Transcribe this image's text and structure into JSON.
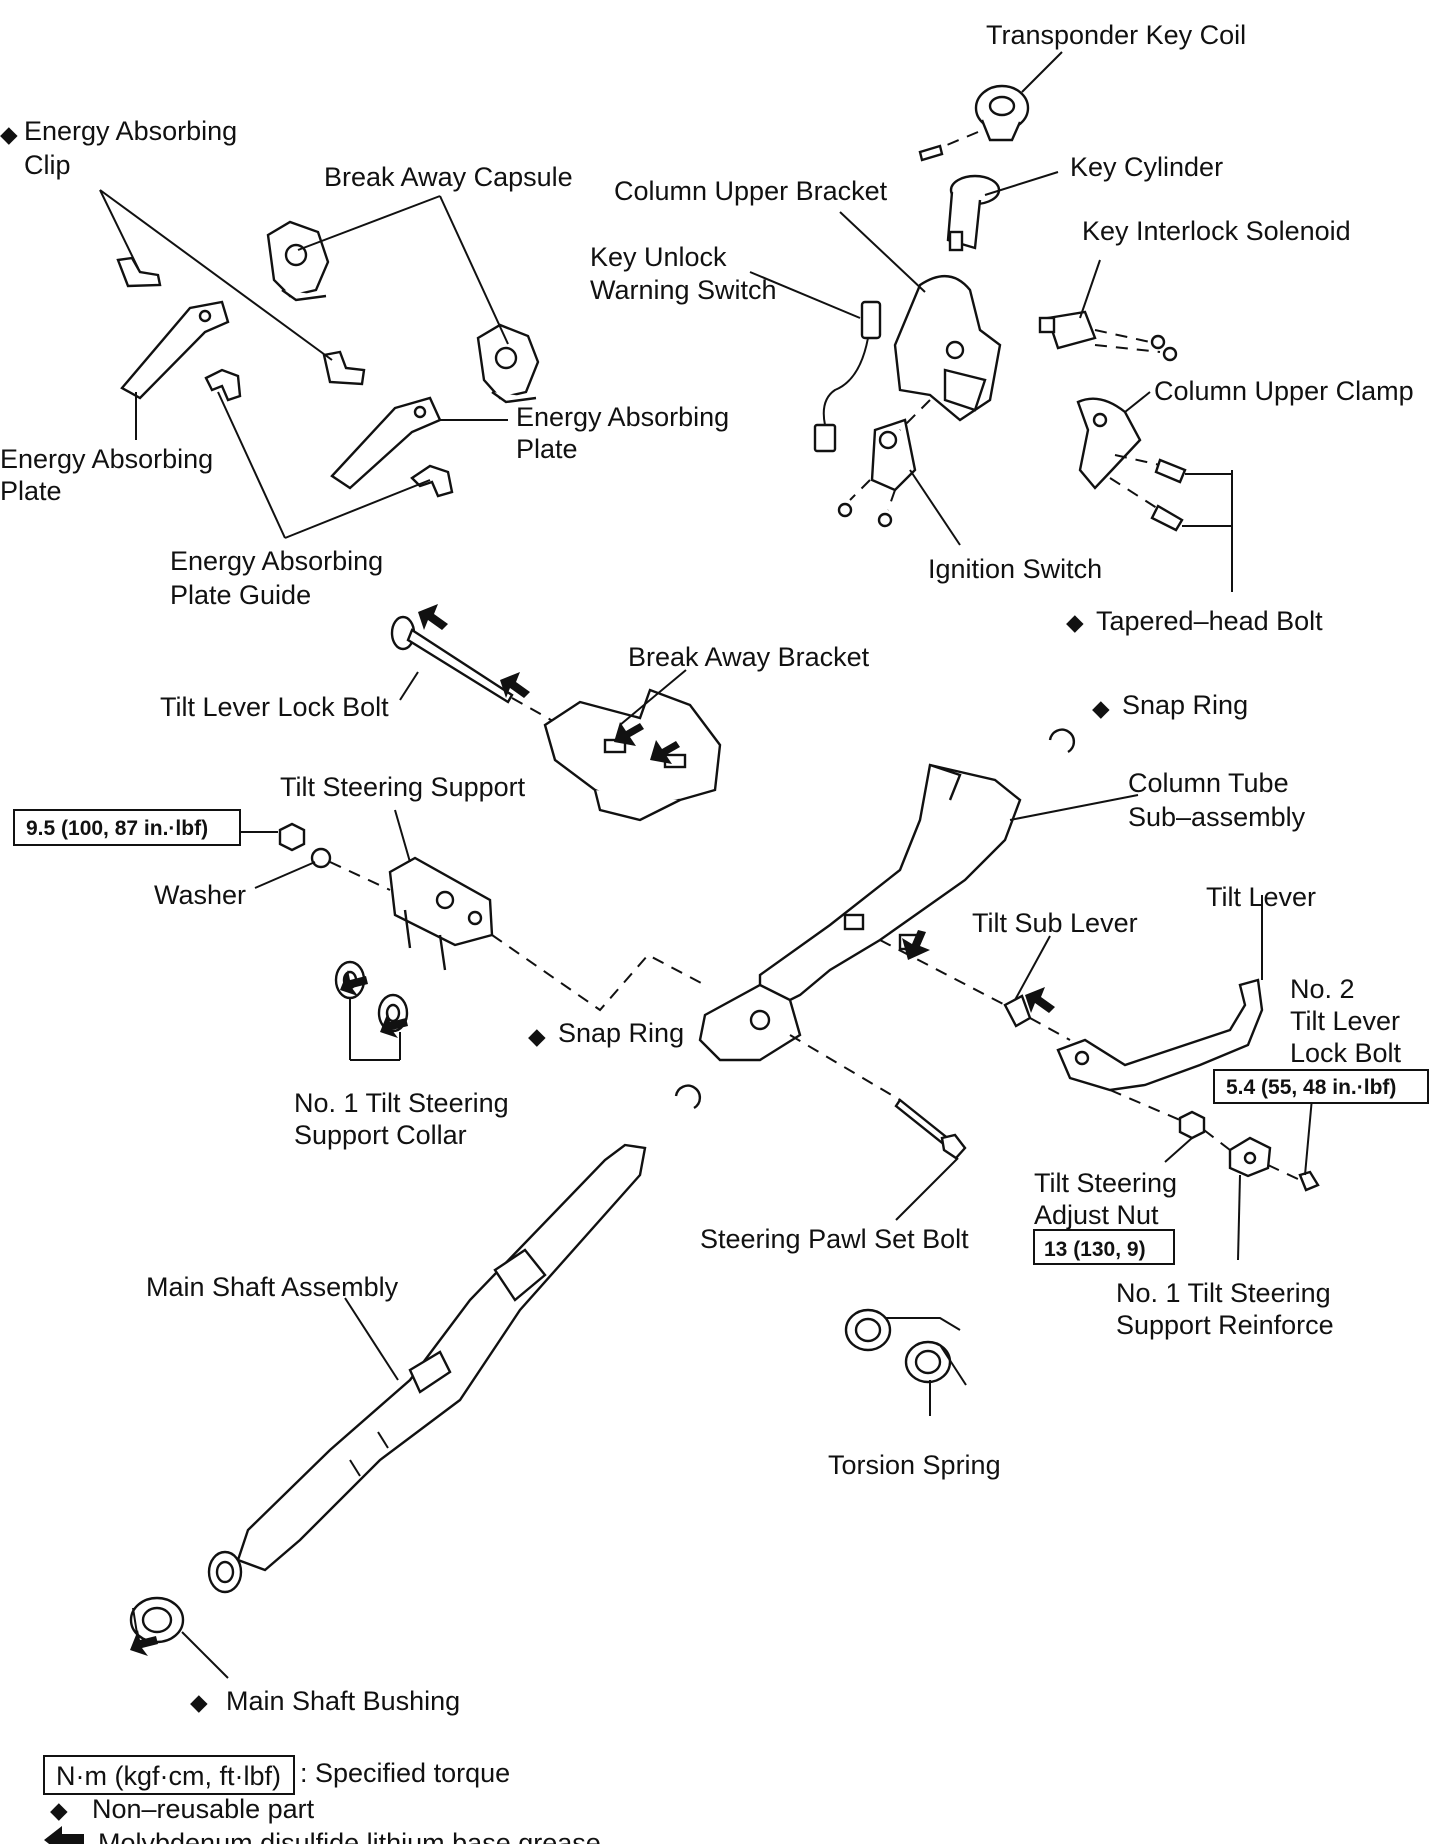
{
  "labels": {
    "transponder_key_coil": "Transponder Key Coil",
    "energy_absorbing_clip_1": "Energy Absorbing",
    "energy_absorbing_clip_2": "Clip",
    "break_away_capsule": "Break Away Capsule",
    "column_upper_bracket": "Column Upper Bracket",
    "key_cylinder": "Key Cylinder",
    "key_interlock_solenoid": "Key Interlock Solenoid",
    "key_unlock_warning_switch_1": "Key Unlock",
    "key_unlock_warning_switch_2": "Warning Switch",
    "column_upper_clamp": "Column Upper Clamp",
    "energy_absorbing_plate_right_1": "Energy Absorbing",
    "energy_absorbing_plate_right_2": "Plate",
    "energy_absorbing_plate_left_1": "Energy Absorbing",
    "energy_absorbing_plate_left_2": "Plate",
    "energy_absorbing_plate_guide_1": "Energy Absorbing",
    "energy_absorbing_plate_guide_2": "Plate Guide",
    "ignition_switch": "Ignition Switch",
    "tapered_head_bolt": "Tapered–head Bolt",
    "break_away_bracket": "Break Away Bracket",
    "tilt_lever_lock_bolt": "Tilt Lever Lock Bolt",
    "snap_ring_upper": "Snap Ring",
    "tilt_steering_support": "Tilt Steering Support",
    "column_tube_1": "Column Tube",
    "column_tube_2": "Sub–assembly",
    "washer": "Washer",
    "tilt_lever": "Tilt Lever",
    "tilt_sub_lever": "Tilt Sub Lever",
    "no2_tilt_lever_lock_bolt_1": "No. 2",
    "no2_tilt_lever_lock_bolt_2": "Tilt Lever",
    "no2_tilt_lever_lock_bolt_3": "Lock Bolt",
    "snap_ring_lower": "Snap Ring",
    "no1_tilt_steering_support_collar_1": "No. 1 Tilt Steering",
    "no1_tilt_steering_support_collar_2": "Support Collar",
    "tilt_steering_adjust_nut_1": "Tilt Steering",
    "tilt_steering_adjust_nut_2": "Adjust Nut",
    "steering_pawl_set_bolt": "Steering Pawl Set Bolt",
    "main_shaft_assembly": "Main Shaft Assembly",
    "no1_tilt_steering_support_reinforce_1": "No. 1  Tilt  Steering",
    "no1_tilt_steering_support_reinforce_2": "Support Reinforce",
    "torsion_spring": "Torsion Spring",
    "main_shaft_bushing": "Main Shaft Bushing"
  },
  "torques": {
    "tilt_steering_support_nut": "9.5 (100, 87 in.·lbf)",
    "no2_tilt_lever_lock_bolt": "5.4 (55, 48 in.·lbf)",
    "tilt_steering_adjust_nut": "13 (130, 9)"
  },
  "symbols": {
    "non_reusable": "◆",
    "non_reusable_icon": "diamond-icon",
    "grease_icon": "arrow-left-icon"
  },
  "legend": {
    "torque_unit": "N·m (kgf·cm, ft·lbf)",
    "torque_desc": ": Specified torque",
    "non_reusable": "Non–reusable part",
    "grease": "Molybdenum disulfide lithium base grease"
  }
}
